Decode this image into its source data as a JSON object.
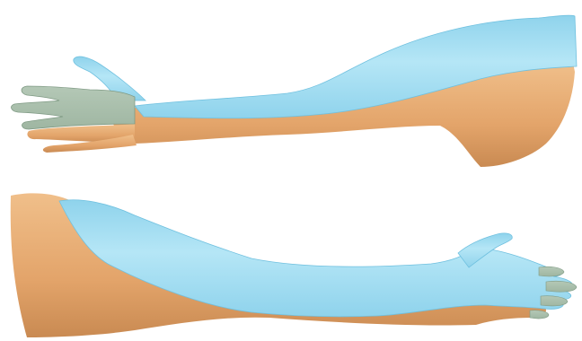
{
  "figure": {
    "background": "#ffffff",
    "colors": {
      "skin": "#e3a46a",
      "skin_shadow": "#c98a52",
      "skin_highlight": "#f0bf8a",
      "region_blue": "#8fd3ec",
      "region_blue_highlight": "#b5e6f6",
      "region_blue_edge": "#6fc0df",
      "region_gray": "#9fb6a2",
      "region_gray_edge": "#7f9a84"
    },
    "views": [
      {
        "id": "upper-arm-view",
        "orientation": "hand-left"
      },
      {
        "id": "lower-arm-view",
        "orientation": "hand-right"
      }
    ]
  }
}
